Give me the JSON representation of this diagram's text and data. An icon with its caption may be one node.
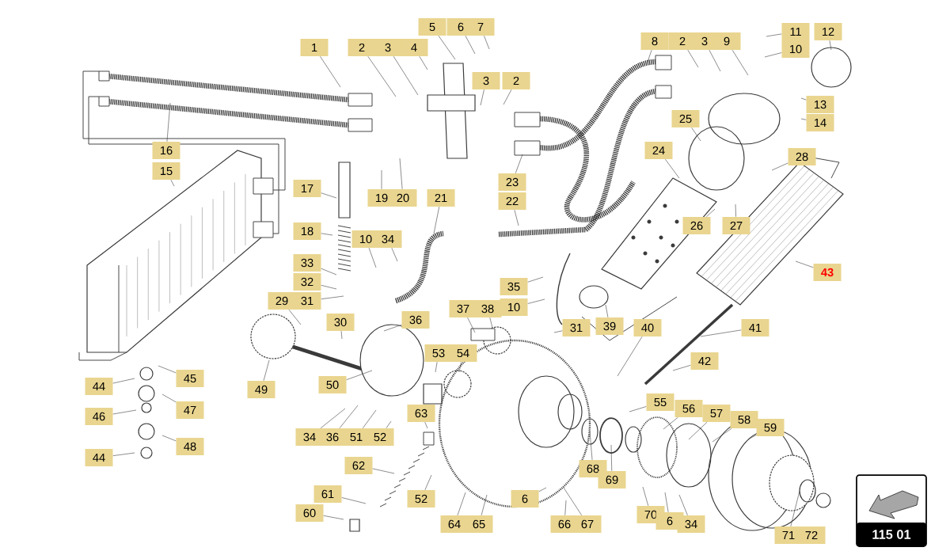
{
  "diagram": {
    "nodes": [
      {
        "text": [
          "1"
        ]
      },
      {
        "text": [
          "2"
        ]
      },
      {
        "text": [
          "3"
        ]
      },
      {
        "text": [
          "4"
        ]
      },
      {
        "text": [
          "5"
        ]
      },
      {
        "text": [
          "6"
        ]
      },
      {
        "text": [
          "7"
        ]
      },
      {
        "text": [
          "3"
        ]
      },
      {
        "text": [
          "2"
        ]
      },
      {
        "text": [
          "8"
        ]
      },
      {
        "text": [
          "2"
        ]
      },
      {
        "text": [
          "3"
        ]
      },
      {
        "text": [
          "9"
        ]
      },
      {
        "text": [
          "11"
        ]
      },
      {
        "text": [
          "10"
        ]
      },
      {
        "text": [
          "12"
        ]
      },
      {
        "text": [
          "13"
        ]
      },
      {
        "text": [
          "14"
        ]
      },
      {
        "text": [
          "25"
        ]
      },
      {
        "text": [
          "16"
        ]
      },
      {
        "text": [
          "15"
        ]
      },
      {
        "text": [
          "17"
        ]
      },
      {
        "text": [
          "18"
        ]
      },
      {
        "text": [
          "19"
        ]
      },
      {
        "text": [
          "20"
        ]
      },
      {
        "text": [
          "21"
        ]
      },
      {
        "text": [
          "22"
        ]
      },
      {
        "text": [
          "23"
        ]
      },
      {
        "text": [
          "24"
        ]
      },
      {
        "text": [
          "26"
        ]
      },
      {
        "text": [
          "27"
        ]
      },
      {
        "text": [
          "28"
        ]
      },
      {
        "text": [
          "10"
        ]
      },
      {
        "text": [
          "34"
        ]
      },
      {
        "text": [
          "33"
        ]
      },
      {
        "text": [
          "32"
        ]
      },
      {
        "text": [
          "31"
        ]
      },
      {
        "text": [
          "29"
        ]
      },
      {
        "text": [
          "30"
        ]
      },
      {
        "text": [
          "36"
        ]
      },
      {
        "text": [
          "35"
        ]
      },
      {
        "text": [
          "10"
        ]
      },
      {
        "text": [
          "37"
        ]
      },
      {
        "text": [
          "38"
        ]
      },
      {
        "text": [
          "31"
        ]
      },
      {
        "text": [
          "39"
        ]
      },
      {
        "text": [
          "40"
        ]
      },
      {
        "text": [
          "41"
        ]
      },
      {
        "text": [
          "42"
        ]
      },
      {
        "text": [
          "43"
        ]
      },
      {
        "text": [
          "44"
        ]
      },
      {
        "text": [
          "45"
        ]
      },
      {
        "text": [
          "46"
        ]
      },
      {
        "text": [
          "47"
        ]
      },
      {
        "text": [
          "44"
        ]
      },
      {
        "text": [
          "48"
        ]
      },
      {
        "text": [
          "49"
        ]
      },
      {
        "text": [
          "50"
        ]
      },
      {
        "text": [
          "53"
        ]
      },
      {
        "text": [
          "54"
        ]
      },
      {
        "text": [
          "34"
        ]
      },
      {
        "text": [
          "36"
        ]
      },
      {
        "text": [
          "51"
        ]
      },
      {
        "text": [
          "52"
        ]
      },
      {
        "text": [
          "63"
        ]
      },
      {
        "text": [
          "62"
        ]
      },
      {
        "text": [
          "61"
        ]
      },
      {
        "text": [
          "60"
        ]
      },
      {
        "text": [
          "52"
        ]
      },
      {
        "text": [
          "64"
        ]
      },
      {
        "text": [
          "65"
        ]
      },
      {
        "text": [
          "6"
        ]
      },
      {
        "text": [
          "66"
        ]
      },
      {
        "text": [
          "67"
        ]
      },
      {
        "text": [
          "68"
        ]
      },
      {
        "text": [
          "69"
        ]
      },
      {
        "text": [
          "55"
        ]
      },
      {
        "text": [
          "56"
        ]
      },
      {
        "text": [
          "57"
        ]
      },
      {
        "text": [
          "58"
        ]
      },
      {
        "text": [
          "59"
        ]
      },
      {
        "text": [
          "70"
        ]
      },
      {
        "text": [
          "6"
        ]
      },
      {
        "text": [
          "34"
        ]
      },
      {
        "text": [
          "71"
        ]
      },
      {
        "text": [
          "72"
        ]
      }
    ],
    "edges": [
      {
        "from": 0,
        "to": null,
        "arrow": "none"
      },
      {
        "from": 1,
        "to": null,
        "arrow": "none"
      },
      {
        "from": 2,
        "to": null,
        "arrow": "none"
      },
      {
        "from": 3,
        "to": null,
        "arrow": "none"
      },
      {
        "from": 4,
        "to": null,
        "arrow": "none"
      },
      {
        "from": 5,
        "to": null,
        "arrow": "none"
      },
      {
        "from": 6,
        "to": null,
        "arrow": "none"
      },
      {
        "from": 7,
        "to": null,
        "arrow": "none"
      },
      {
        "from": 8,
        "to": null,
        "arrow": "none"
      },
      {
        "from": 9,
        "to": null,
        "arrow": "none"
      },
      {
        "from": 10,
        "to": null,
        "arrow": "none"
      },
      {
        "from": 11,
        "to": null,
        "arrow": "none"
      },
      {
        "from": 12,
        "to": null,
        "arrow": "none"
      },
      {
        "from": 13,
        "to": null,
        "arrow": "none"
      },
      {
        "from": 14,
        "to": null,
        "arrow": "none"
      },
      {
        "from": 15,
        "to": null,
        "arrow": "none"
      },
      {
        "from": 16,
        "to": null,
        "arrow": "none"
      },
      {
        "from": 17,
        "to": null,
        "arrow": "none"
      },
      {
        "from": 18,
        "to": null,
        "arrow": "none"
      },
      {
        "from": 19,
        "to": null,
        "arrow": "none"
      },
      {
        "from": 20,
        "to": null,
        "arrow": "none"
      },
      {
        "from": 21,
        "to": null,
        "arrow": "none"
      },
      {
        "from": 22,
        "to": null,
        "arrow": "none"
      },
      {
        "from": 23,
        "to": null,
        "arrow": "none"
      },
      {
        "from": 24,
        "to": null,
        "arrow": "none"
      },
      {
        "from": 25,
        "to": null,
        "arrow": "none"
      },
      {
        "from": 26,
        "to": null,
        "arrow": "none"
      },
      {
        "from": 27,
        "to": null,
        "arrow": "none"
      },
      {
        "from": 28,
        "to": null,
        "arrow": "none"
      },
      {
        "from": 29,
        "to": null,
        "arrow": "none"
      },
      {
        "from": 30,
        "to": null,
        "arrow": "none"
      },
      {
        "from": 31,
        "to": null,
        "arrow": "none"
      },
      {
        "from": 32,
        "to": null,
        "arrow": "none"
      },
      {
        "from": 33,
        "to": null,
        "arrow": "none"
      },
      {
        "from": 34,
        "to": null,
        "arrow": "none"
      },
      {
        "from": 35,
        "to": null,
        "arrow": "none"
      },
      {
        "from": 36,
        "to": null,
        "arrow": "none"
      },
      {
        "from": 37,
        "to": null,
        "arrow": "none"
      },
      {
        "from": 38,
        "to": null,
        "arrow": "none"
      },
      {
        "from": 39,
        "to": null,
        "arrow": "none"
      },
      {
        "from": 40,
        "to": null,
        "arrow": "none"
      },
      {
        "from": 41,
        "to": null,
        "arrow": "none"
      },
      {
        "from": 42,
        "to": null,
        "arrow": "none"
      },
      {
        "from": 43,
        "to": null,
        "arrow": "none"
      },
      {
        "from": 44,
        "to": null,
        "arrow": "none"
      },
      {
        "from": 45,
        "to": null,
        "arrow": "none"
      },
      {
        "from": 46,
        "to": null,
        "arrow": "none"
      },
      {
        "from": 47,
        "to": null,
        "arrow": "none"
      },
      {
        "from": 48,
        "to": null,
        "arrow": "none"
      },
      {
        "from": 49,
        "to": null,
        "arrow": "none"
      },
      {
        "from": 50,
        "to": null,
        "arrow": "none"
      },
      {
        "from": 51,
        "to": null,
        "arrow": "none"
      },
      {
        "from": 52,
        "to": null,
        "arrow": "none"
      },
      {
        "from": 53,
        "to": null,
        "arrow": "none"
      },
      {
        "from": 54,
        "to": null,
        "arrow": "none"
      },
      {
        "from": 55,
        "to": null,
        "arrow": "none"
      },
      {
        "from": 56,
        "to": null,
        "arrow": "none"
      },
      {
        "from": 57,
        "to": null,
        "arrow": "none"
      },
      {
        "from": 58,
        "to": null,
        "arrow": "none"
      },
      {
        "from": 59,
        "to": null,
        "arrow": "none"
      },
      {
        "from": 60,
        "to": null,
        "arrow": "none"
      },
      {
        "from": 61,
        "to": null,
        "arrow": "none"
      },
      {
        "from": 62,
        "to": null,
        "arrow": "none"
      },
      {
        "from": 63,
        "to": null,
        "arrow": "none"
      },
      {
        "from": 64,
        "to": null,
        "arrow": "none"
      },
      {
        "from": 65,
        "to": null,
        "arrow": "none"
      },
      {
        "from": 66,
        "to": null,
        "arrow": "none"
      },
      {
        "from": 67,
        "to": null,
        "arrow": "none"
      },
      {
        "from": 68,
        "to": null,
        "arrow": "none"
      },
      {
        "from": 69,
        "to": null,
        "arrow": "none"
      },
      {
        "from": 70,
        "to": null,
        "arrow": "none"
      },
      {
        "from": 71,
        "to": null,
        "arrow": "none"
      },
      {
        "from": 72,
        "to": null,
        "arrow": "none"
      },
      {
        "from": 73,
        "to": null,
        "arrow": "none"
      },
      {
        "from": 74,
        "to": null,
        "arrow": "none"
      },
      {
        "from": 75,
        "to": null,
        "arrow": "none"
      },
      {
        "from": 76,
        "to": null,
        "arrow": "none"
      },
      {
        "from": 77,
        "to": null,
        "arrow": "none"
      },
      {
        "from": 78,
        "to": null,
        "arrow": "none"
      },
      {
        "from": 79,
        "to": null,
        "arrow": "none"
      },
      {
        "from": 80,
        "to": null,
        "arrow": "none"
      },
      {
        "from": 81,
        "to": null,
        "arrow": "none"
      },
      {
        "from": 82,
        "to": null,
        "arrow": "none"
      },
      {
        "from": 83,
        "to": null,
        "arrow": "none"
      },
      {
        "from": 84,
        "to": null,
        "arrow": "none"
      }
    ],
    "labels": [
      "115 01"
    ]
  }
}
